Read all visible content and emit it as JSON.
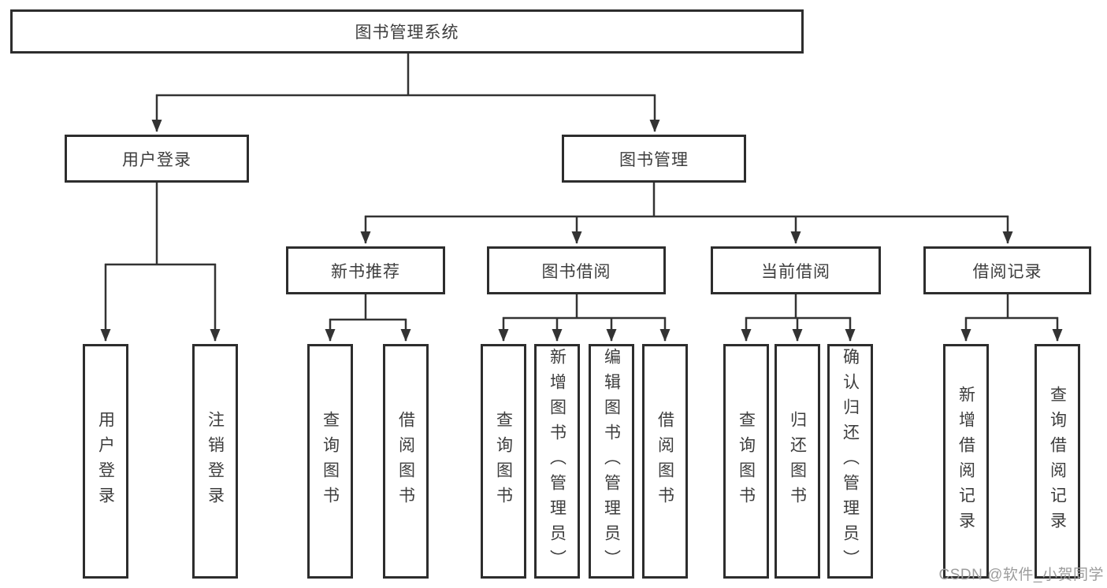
{
  "diagram": {
    "root": {
      "label": "图书管理系统"
    },
    "level2": {
      "user_login": {
        "label": "用户登录"
      },
      "book_mgmt": {
        "label": "图书管理"
      }
    },
    "level3": {
      "new_recommend": {
        "label": "新书推荐"
      },
      "book_borrow": {
        "label": "图书借阅"
      },
      "current_borrow": {
        "label": "当前借阅"
      },
      "borrow_records": {
        "label": "借阅记录"
      }
    },
    "leaves": {
      "user_login_leaf": {
        "label": "用户登录"
      },
      "logout_leaf": {
        "label": "注销登录"
      },
      "nr_query_books": {
        "label": "查询图书"
      },
      "nr_borrow_books": {
        "label": "借阅图书"
      },
      "bb_query_books": {
        "label": "查询图书"
      },
      "bb_add_books": {
        "label": "新增图书（管理员）"
      },
      "bb_edit_books": {
        "label": "编辑图书（管理员）"
      },
      "bb_borrow_books": {
        "label": "借阅图书"
      },
      "cb_query_books": {
        "label": "查询图书"
      },
      "cb_return_books": {
        "label": "归还图书"
      },
      "cb_confirm_return": {
        "label": "确认归还（管理员）"
      },
      "br_add_record": {
        "label": "新增借阅记录"
      },
      "br_query_record": {
        "label": "查询借阅记录"
      }
    }
  },
  "watermark": "CSDN @软件_小贺同学",
  "colors": {
    "line": "#333333",
    "node_border": "#2d2d2d",
    "text": "#3d3d3d",
    "watermark": "#9c9c9c",
    "background": "#ffffff"
  }
}
